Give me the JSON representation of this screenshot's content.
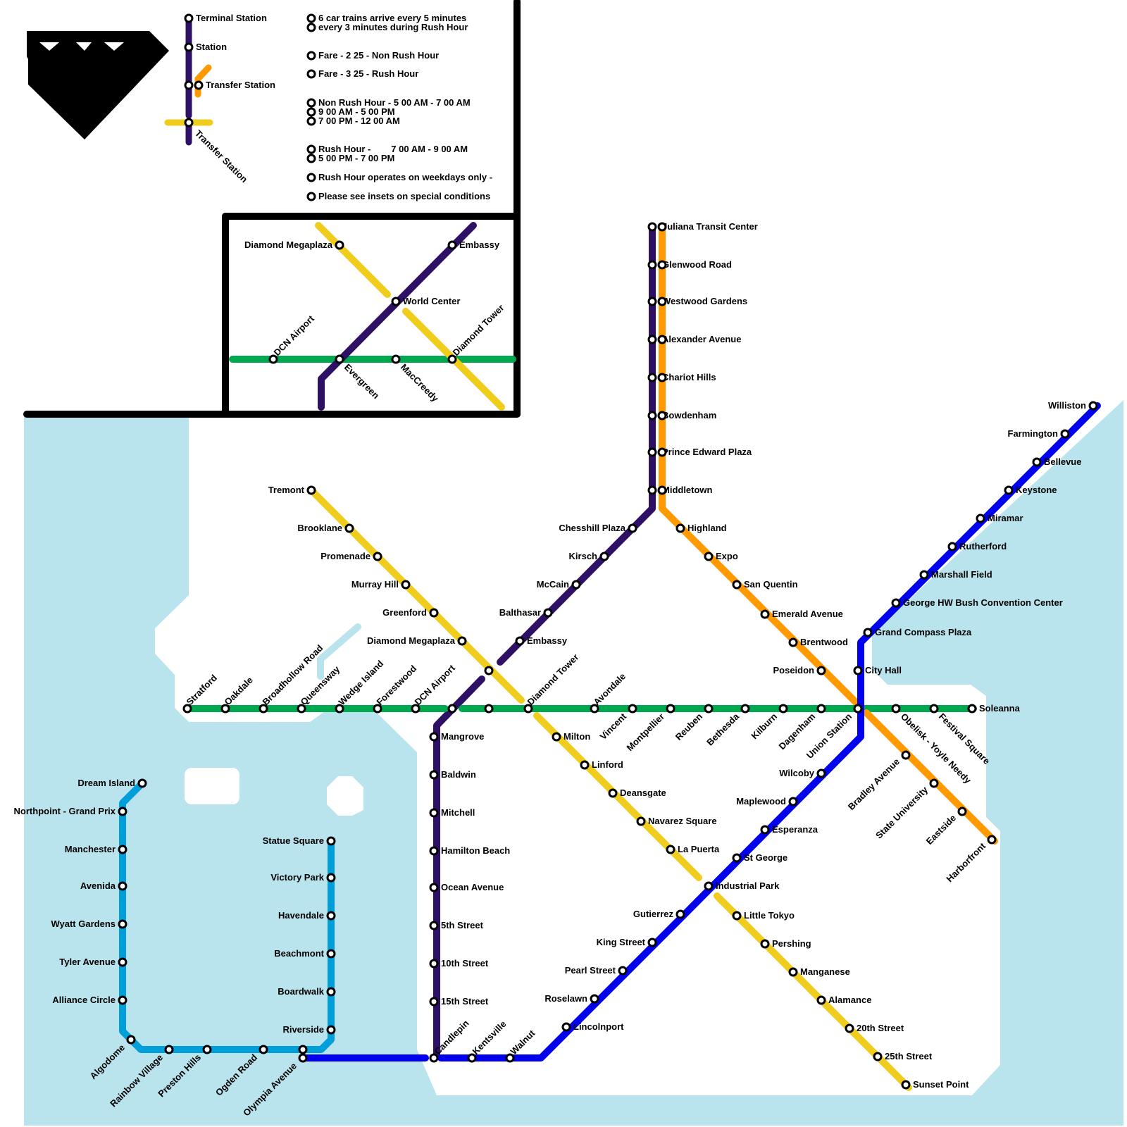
{
  "map": {
    "legend": {
      "terminal": "Terminal Station",
      "station": "Station",
      "transfer": "Transfer Station",
      "transfer_alt": "Transfer Station",
      "notes": [
        "6 car trains arrive every 5 minutes",
        "every 3 minutes during Rush Hour",
        "Fare - 2 25 - Non Rush Hour",
        "Fare - 3 25 - Rush Hour",
        "Non Rush Hour - 5 00 AM - 7 00 AM",
        "9 00 AM - 5 00 PM",
        "7 00 PM - 12 00 AM",
        "Rush Hour -        7 00 AM - 9 00 AM",
        "5 00 PM - 7 00 PM",
        "Rush Hour operates on weekdays only -",
        "Please see insets on special conditions"
      ]
    },
    "inset": {
      "stations": [
        "Diamond Megaplaza",
        "Embassy",
        "World Center",
        "Diamond Tower",
        "DCN Airport",
        "Evergreen",
        "MacCreedy"
      ]
    },
    "lines": [
      {
        "id": "purple",
        "color": "#2e1065",
        "stations": [
          "Juliana Transit Center",
          "Glenwood Road",
          "Westwood Gardens",
          "Alexander Avenue",
          "Chariot Hills",
          "Bowdenham",
          "Prince Edward Plaza",
          "Middletown",
          "Chesshill Plaza",
          "Kirsch",
          "McCain",
          "Balthasar",
          "Embassy",
          "Mangrove",
          "Baldwin",
          "Mitchell",
          "Hamilton Beach",
          "Ocean Avenue",
          "5th Street",
          "10th Street",
          "15th Street",
          "Candlepin"
        ]
      },
      {
        "id": "orange",
        "color": "#ff9900",
        "stations": [
          "Highland",
          "Expo",
          "San Quentin",
          "Emerald Avenue",
          "Brentwood",
          "Poseidon",
          "Bradley Avenue",
          "State University",
          "Eastside",
          "Harborfront"
        ]
      },
      {
        "id": "yellow",
        "color": "#f0cc1c",
        "stations": [
          "Tremont",
          "Brooklane",
          "Promenade",
          "Murray Hill",
          "Greenford",
          "Diamond Megaplaza",
          "Milton",
          "Linford",
          "Deansgate",
          "Navarez Square",
          "La Puerta",
          "Little Tokyo",
          "Pershing",
          "Manganese",
          "Alamance",
          "20th Street",
          "25th Street",
          "Sunset Point"
        ]
      },
      {
        "id": "green",
        "color": "#00a84f",
        "stations": [
          "Stratford",
          "Oakdale",
          "Broadhollow Road",
          "Queensway",
          "Wedge Island",
          "Forestwood",
          "DCN Airport",
          "Diamond Tower",
          "Avondale",
          "Vincent",
          "Montpellier",
          "Reuben",
          "Bethesda",
          "Kilburn",
          "Dagenham",
          "Union Station",
          "Obelisk - Yoyle Needy",
          "Festival Square",
          "Soleanna"
        ]
      },
      {
        "id": "blue",
        "color": "#0000ee",
        "stations": [
          "Williston",
          "Farmington",
          "Bellevue",
          "Keystone",
          "Miramar",
          "Rutherford",
          "Marshall Field",
          "George HW Bush Convention Center",
          "Grand Compass Plaza",
          "City Hall",
          "Wilcoby",
          "Maplewood",
          "Esperanza",
          "St George",
          "Industrial Park",
          "Gutierrez",
          "King Street",
          "Pearl Street",
          "Roselawn",
          "Lincolnport",
          "Walnut",
          "Kentsville",
          "Olympia Avenue"
        ]
      },
      {
        "id": "lightblue",
        "color": "#009fd9",
        "stations": [
          "Dream Island",
          "Northpoint - Grand Prix",
          "Manchester",
          "Avenida",
          "Wyatt Gardens",
          "Tyler Avenue",
          "Alliance Circle",
          "Algodome",
          "Rainbow Village",
          "Preston Hills",
          "Ogden Road",
          "Riverside",
          "Boardwalk",
          "Beachmont",
          "Havendale",
          "Victory Park",
          "Statue Square"
        ]
      }
    ],
    "colors": {
      "water": "#b9e4ed",
      "frame": "#000000"
    }
  }
}
